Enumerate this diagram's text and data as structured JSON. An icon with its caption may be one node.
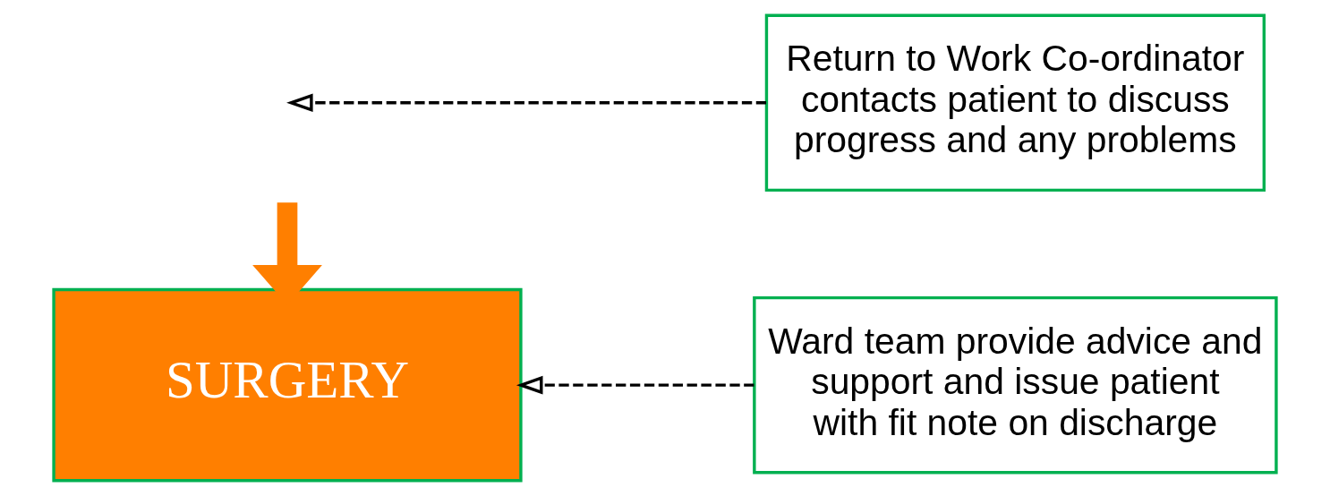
{
  "diagram": {
    "nodes": [
      {
        "text": [
          "SURGERY"
        ]
      },
      {
        "text": [
          "Return to Work Co-ordinator contacts patient to discuss progress and any problems"
        ]
      },
      {
        "text": [
          "Ward team provide advice and support and issue patient with fit note on discharge"
        ]
      }
    ],
    "edges": [
      {
        "from": null,
        "to": 0,
        "arrow": "to",
        "style": "thick",
        "color": "#ff7f00"
      },
      {
        "from": 1,
        "to": null,
        "arrow": "to",
        "style": "dashed"
      },
      {
        "from": 2,
        "to": 0,
        "arrow": "to",
        "style": "dashed"
      }
    ]
  }
}
